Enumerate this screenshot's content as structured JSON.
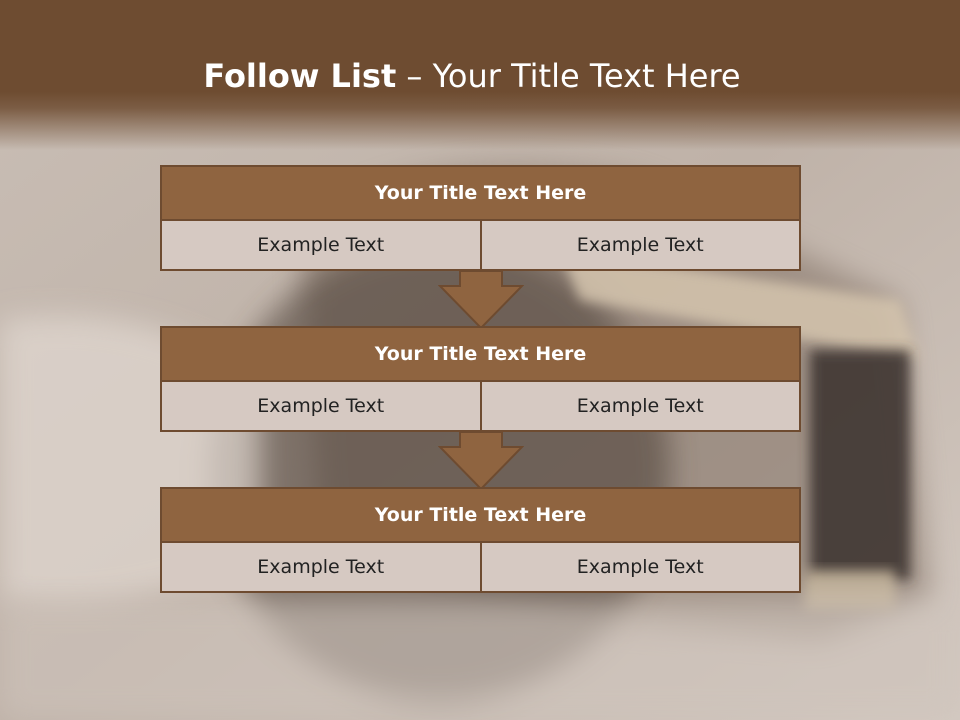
{
  "header": {
    "title_bold": "Follow List",
    "title_rest": " – Your Title Text Here"
  },
  "steps": [
    {
      "title": "Your Title Text Here",
      "cells": [
        "Example Text",
        "Example Text"
      ]
    },
    {
      "title": "Your Title Text Here",
      "cells": [
        "Example Text",
        "Example Text"
      ]
    },
    {
      "title": "Your Title Text Here",
      "cells": [
        "Example Text",
        "Example Text"
      ]
    }
  ],
  "colors": {
    "header_band": "#6e4c31",
    "box_header": "#8f6440",
    "box_border": "#6e4b30",
    "box_body": "#d6c9c2",
    "arrow_fill": "#8f6440"
  },
  "background": {
    "image": "blurred-vintage-camera-photo"
  }
}
